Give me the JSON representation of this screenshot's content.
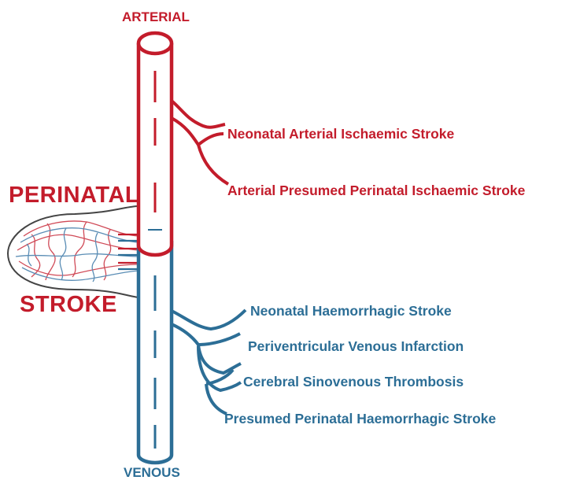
{
  "labels": {
    "top": "ARTERIAL",
    "bottom": "VENOUS",
    "side_top": "PERINATAL",
    "side_bottom": "STROKE"
  },
  "arterial_branches": [
    "Neonatal Arterial Ischaemic Stroke",
    "Arterial Presumed Perinatal Ischaemic Stroke"
  ],
  "venous_branches": [
    "Neonatal Haemorrhagic Stroke",
    "Periventricular Venous Infarction",
    "Cerebral Sinovenous Thrombosis",
    "Presumed Perinatal Haemorrhagic Stroke"
  ],
  "colors": {
    "arterial": "#c31c2b",
    "venous": "#2c6e96",
    "outline": "#444444"
  },
  "icons": [
    "placenta-vessel-icon"
  ]
}
